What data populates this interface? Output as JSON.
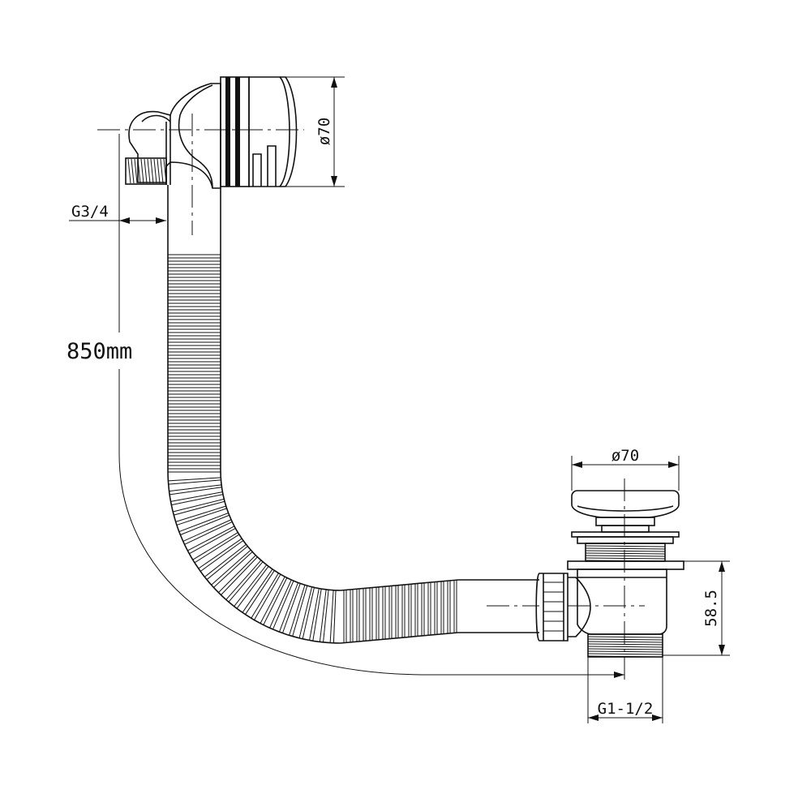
{
  "diagram": {
    "labels": {
      "overflow_diameter": "ø70",
      "overflow_thread": "G3/4",
      "hose_length": "850mm",
      "waste_diameter": "ø70",
      "waste_height": "58.5",
      "waste_thread": "G1-1/2"
    },
    "colors": {
      "line": "#111111",
      "background": "#ffffff"
    }
  }
}
